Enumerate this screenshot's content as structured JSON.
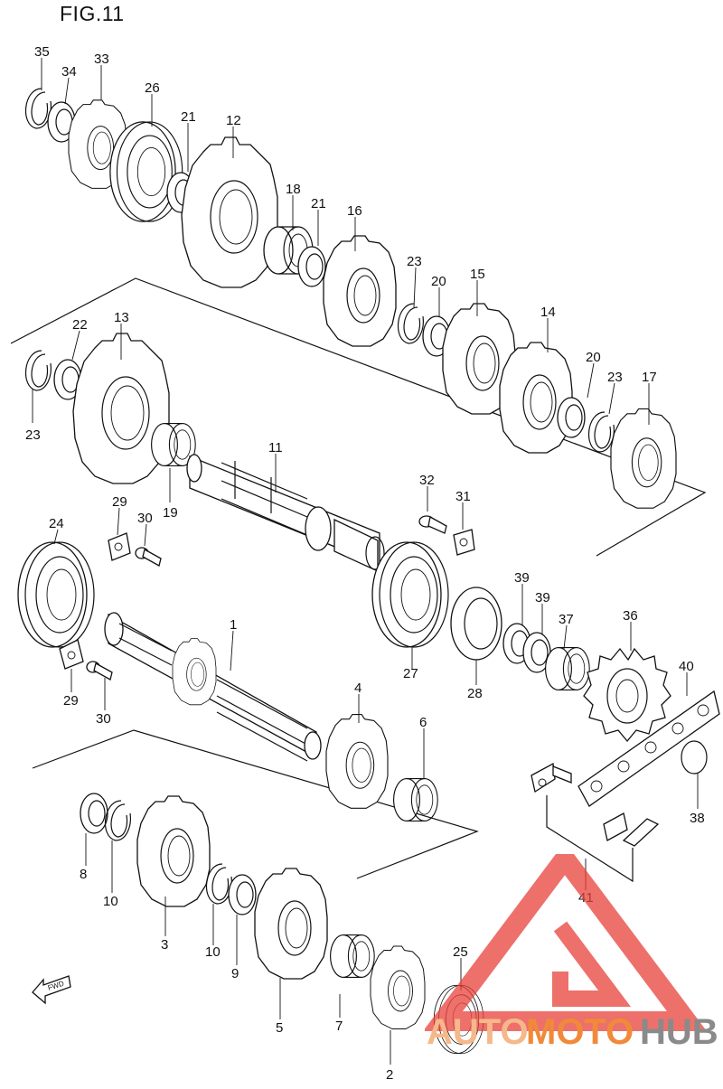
{
  "title": "FIG.11",
  "fwd_label": "FWD",
  "watermark": {
    "text_a": "AUTO",
    "text_b": "MOTO",
    "text_c": "HUB",
    "colors": {
      "triangle": "#e8413a",
      "auto": "#f5b88a",
      "moto": "#f08a3a",
      "hub": "#8a8a8a"
    }
  },
  "labels": [
    {
      "id": "35",
      "text": "35"
    },
    {
      "id": "34",
      "text": "34"
    },
    {
      "id": "33",
      "text": "33"
    },
    {
      "id": "26",
      "text": "26"
    },
    {
      "id": "21a",
      "text": "21"
    },
    {
      "id": "12",
      "text": "12"
    },
    {
      "id": "18",
      "text": "18"
    },
    {
      "id": "21b",
      "text": "21"
    },
    {
      "id": "16",
      "text": "16"
    },
    {
      "id": "23a",
      "text": "23"
    },
    {
      "id": "20a",
      "text": "20"
    },
    {
      "id": "15",
      "text": "15"
    },
    {
      "id": "14",
      "text": "14"
    },
    {
      "id": "20b",
      "text": "20"
    },
    {
      "id": "23b",
      "text": "23"
    },
    {
      "id": "17",
      "text": "17"
    },
    {
      "id": "22",
      "text": "22"
    },
    {
      "id": "13",
      "text": "13"
    },
    {
      "id": "23c",
      "text": "23"
    },
    {
      "id": "19",
      "text": "19"
    },
    {
      "id": "11",
      "text": "11"
    },
    {
      "id": "32",
      "text": "32"
    },
    {
      "id": "31",
      "text": "31"
    },
    {
      "id": "29a",
      "text": "29"
    },
    {
      "id": "30a",
      "text": "30"
    },
    {
      "id": "24",
      "text": "24"
    },
    {
      "id": "39a",
      "text": "39"
    },
    {
      "id": "39b",
      "text": "39"
    },
    {
      "id": "37",
      "text": "37"
    },
    {
      "id": "36",
      "text": "36"
    },
    {
      "id": "40",
      "text": "40"
    },
    {
      "id": "1",
      "text": "1"
    },
    {
      "id": "27",
      "text": "27"
    },
    {
      "id": "28",
      "text": "28"
    },
    {
      "id": "4",
      "text": "4"
    },
    {
      "id": "6",
      "text": "6"
    },
    {
      "id": "29b",
      "text": "29"
    },
    {
      "id": "30b",
      "text": "30"
    },
    {
      "id": "38",
      "text": "38"
    },
    {
      "id": "8",
      "text": "8"
    },
    {
      "id": "10a",
      "text": "10"
    },
    {
      "id": "3",
      "text": "3"
    },
    {
      "id": "10b",
      "text": "10"
    },
    {
      "id": "9",
      "text": "9"
    },
    {
      "id": "41",
      "text": "41"
    },
    {
      "id": "5",
      "text": "5"
    },
    {
      "id": "7",
      "text": "7"
    },
    {
      "id": "25",
      "text": "25"
    },
    {
      "id": "2",
      "text": "2"
    }
  ]
}
